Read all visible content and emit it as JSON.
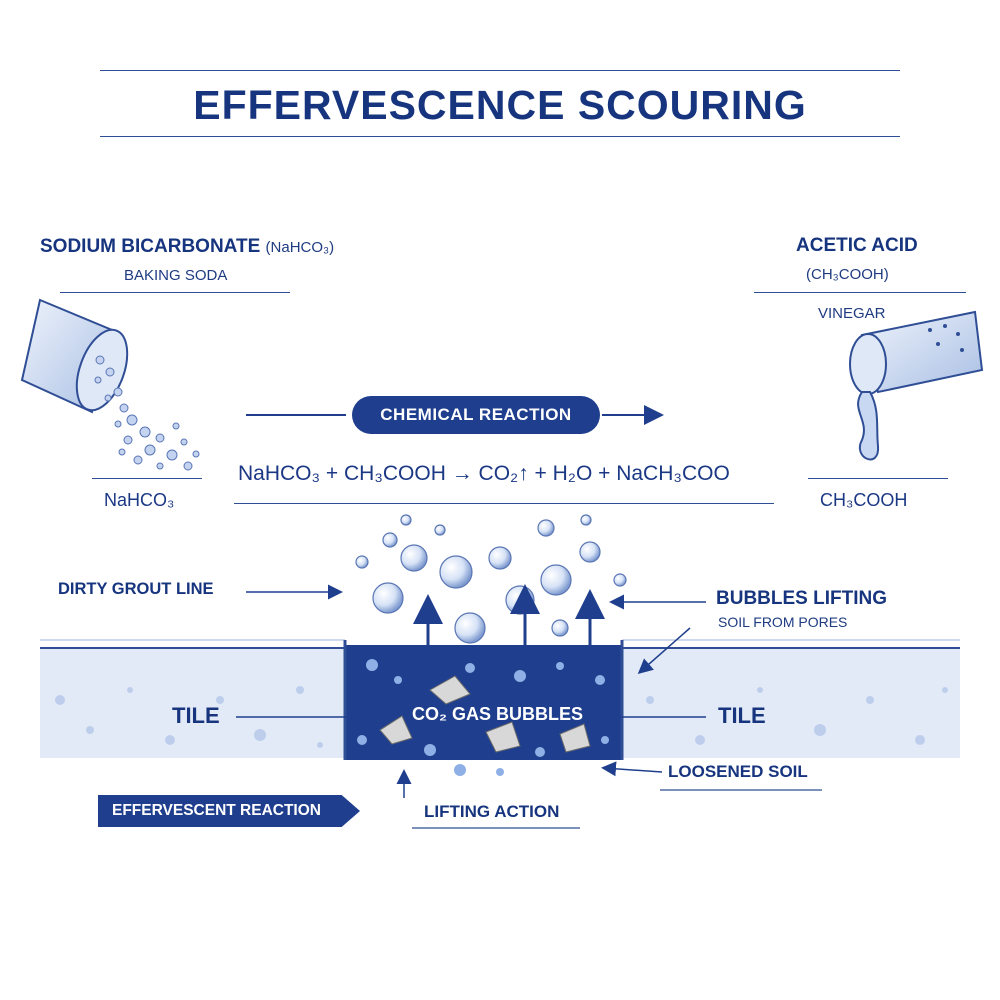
{
  "title": "EFFERVESCENCE SCOURING",
  "left_reagent": {
    "name": "SODIUM BICARBONATE",
    "formula": "(NaHCO₃)",
    "common_name": "BAKING SODA",
    "bottom_formula": "NaHCO₃"
  },
  "right_reagent": {
    "name": "ACETIC ACID",
    "formula": "(CH₃COOH)",
    "common_name": "VINEGAR",
    "bottom_formula": "CH₃COOH"
  },
  "reaction": {
    "label": "CHEMICAL REACTION",
    "equation": "NaHCO₃ + CH₃COOH → CO₂↑ + H₂O + NaCH₃COO"
  },
  "callouts": {
    "dirty_grout": "DIRTY GROUT LINE",
    "bubbles_lifting": "BUBBLES LIFTING",
    "soil_from_pores": "SOIL FROM PORES",
    "tile_left": "TILE",
    "tile_right": "TILE",
    "co2_bubbles": "CO₂ GAS BUBBLES",
    "loosened_soil": "LOOSENED SOIL",
    "lifting_action": "LIFTING ACTION",
    "effervescent_reaction": "EFFERVESCENT REACTION"
  },
  "colors": {
    "navy": "#17357f",
    "accent": "#1f3f8e",
    "tile_light": "#dfe7f5",
    "bubble": "#cfdcf3"
  }
}
